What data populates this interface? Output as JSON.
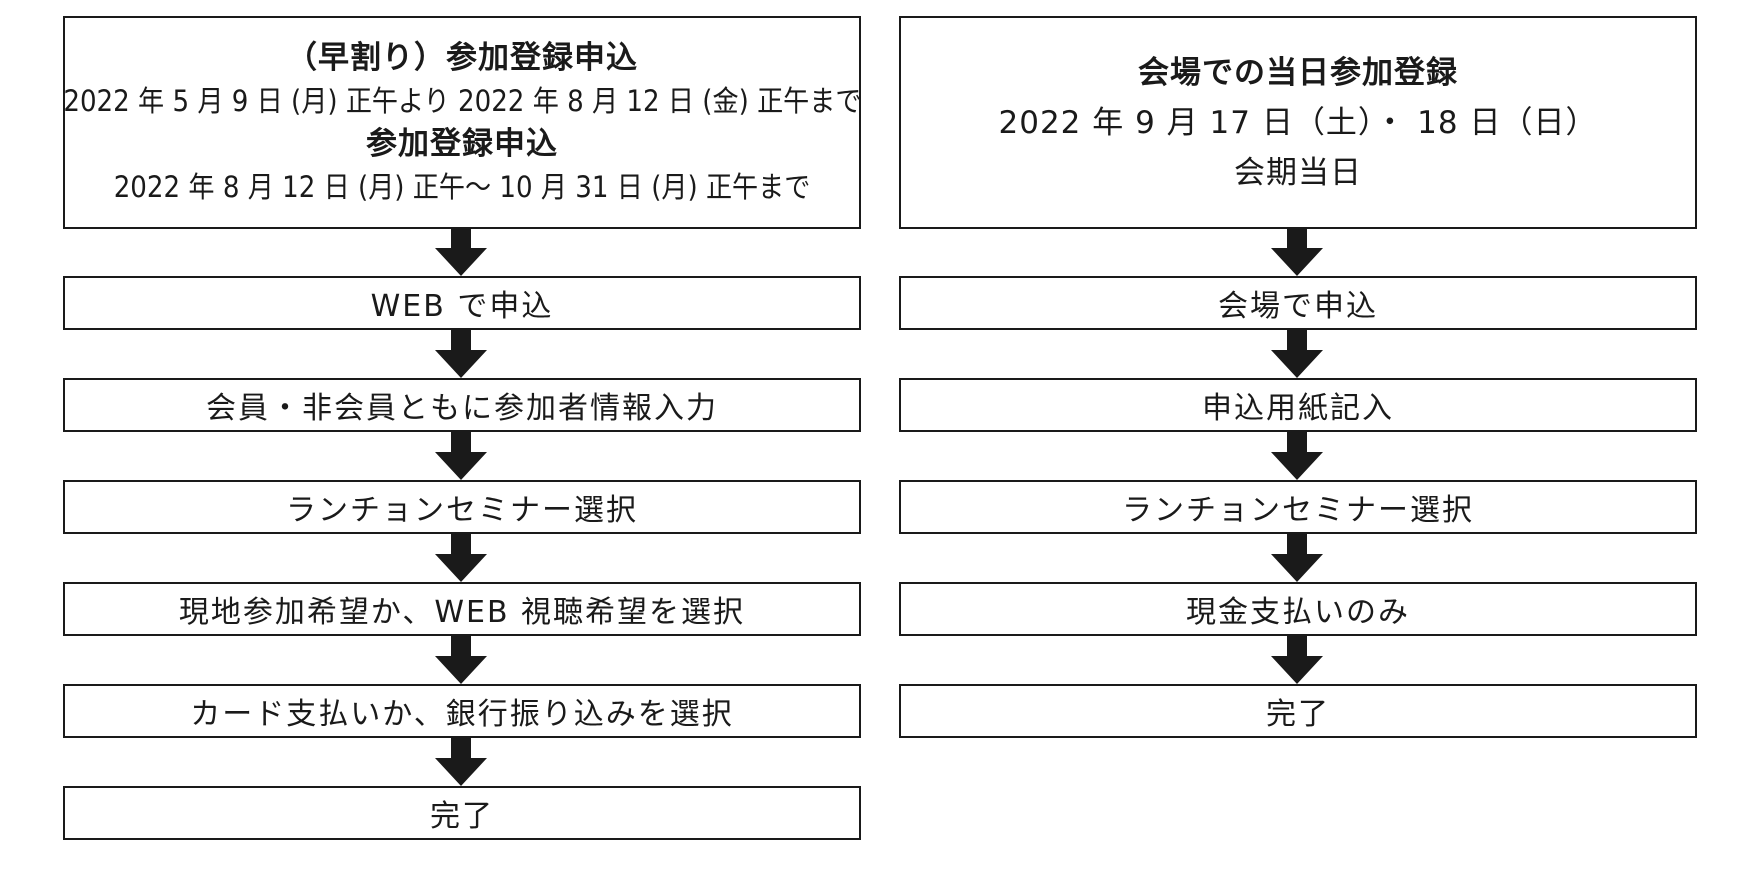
{
  "left_flow": {
    "header": {
      "title_1": "（早割り）参加登録申込",
      "line_1": "2022 年 5 月 9 日 (月) 正午より 2022 年 8 月 12 日 (金) 正午まで",
      "title_2": "参加登録申込",
      "line_2": "2022 年 8 月 12 日 (月) 正午～ 10 月 31 日 (月) 正午まで"
    },
    "steps": [
      "WEB で申込",
      "会員・非会員ともに参加者情報入力",
      "ランチョンセミナー選択",
      "現地参加希望か、WEB 視聴希望を選択",
      "カード支払いか、銀行振り込みを選択",
      "完了"
    ]
  },
  "right_flow": {
    "header": {
      "title": "会場での当日参加登録",
      "line_1": "2022 年 9 月 17 日（土）・ 18 日（日）",
      "line_2": "会期当日"
    },
    "steps": [
      "会場で申込",
      "申込用紙記入",
      "ランチョンセミナー選択",
      "現金支払いのみ",
      "完了"
    ]
  },
  "colors": {
    "stroke": "#1a1a1a",
    "arrow": "#1a1a1a",
    "background": "#ffffff"
  }
}
